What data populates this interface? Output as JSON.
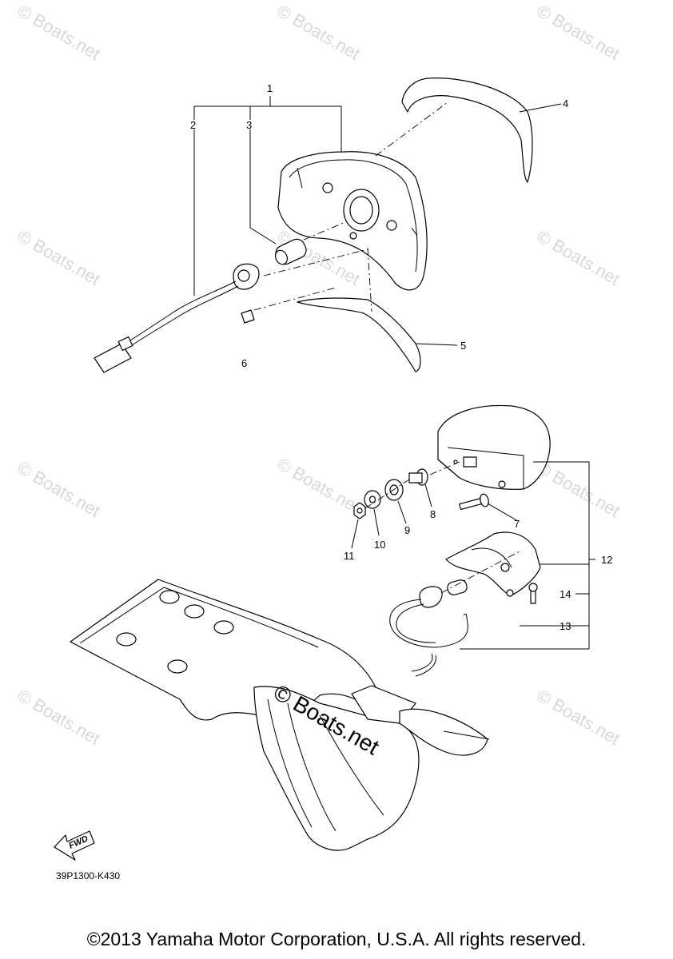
{
  "watermark": {
    "text": "© Boats.net"
  },
  "center_watermark": {
    "text": "© Boats.net"
  },
  "callouts": [
    "1",
    "2",
    "3",
    "4",
    "5",
    "6",
    "7",
    "8",
    "9",
    "10",
    "11",
    "12",
    "13",
    "14"
  ],
  "diagram_code": "39P1300-K430",
  "fwd_label": "FWD",
  "copyright": "©2013 Yamaha Motor Corporation, U.S.A. All rights reserved."
}
